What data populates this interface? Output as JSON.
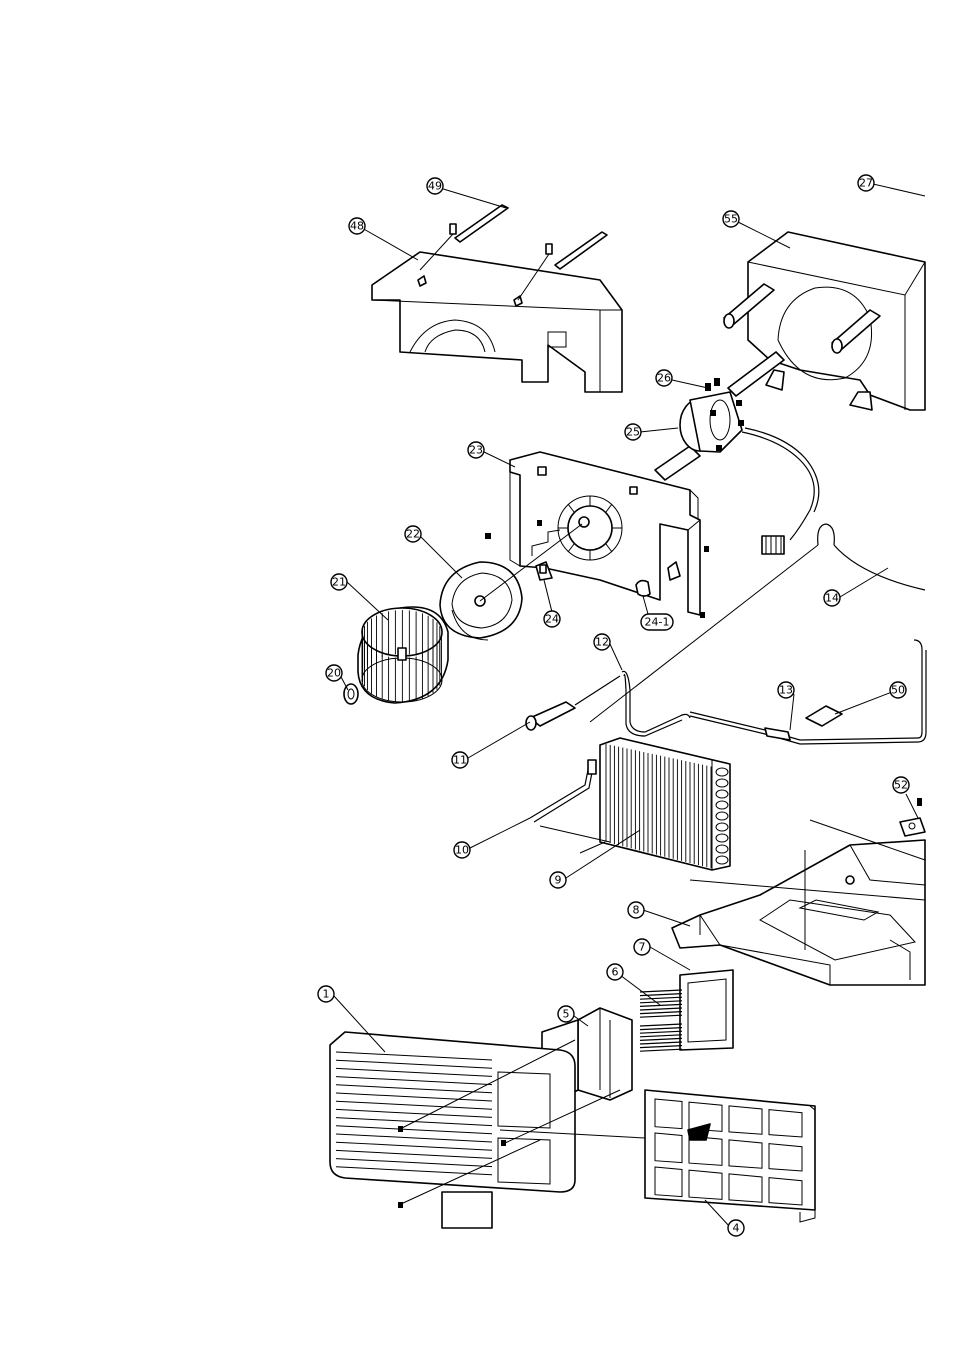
{
  "diagram": {
    "callouts": [
      {
        "id": "c1",
        "label": "1"
      },
      {
        "id": "c4",
        "label": "4"
      },
      {
        "id": "c5",
        "label": "5"
      },
      {
        "id": "c6",
        "label": "6"
      },
      {
        "id": "c7",
        "label": "7"
      },
      {
        "id": "c8",
        "label": "8"
      },
      {
        "id": "c9",
        "label": "9"
      },
      {
        "id": "c10",
        "label": "10"
      },
      {
        "id": "c11",
        "label": "11"
      },
      {
        "id": "c12",
        "label": "12"
      },
      {
        "id": "c13",
        "label": "13"
      },
      {
        "id": "c14",
        "label": "14"
      },
      {
        "id": "c20",
        "label": "20"
      },
      {
        "id": "c21",
        "label": "21"
      },
      {
        "id": "c22",
        "label": "22"
      },
      {
        "id": "c23",
        "label": "23"
      },
      {
        "id": "c24",
        "label": "24"
      },
      {
        "id": "c241",
        "label": "24-1"
      },
      {
        "id": "c25",
        "label": "25"
      },
      {
        "id": "c26",
        "label": "26"
      },
      {
        "id": "c27",
        "label": "27"
      },
      {
        "id": "c48",
        "label": "48"
      },
      {
        "id": "c49",
        "label": "49"
      },
      {
        "id": "c50",
        "label": "50"
      },
      {
        "id": "c52",
        "label": "52"
      },
      {
        "id": "c55",
        "label": "55"
      }
    ]
  }
}
